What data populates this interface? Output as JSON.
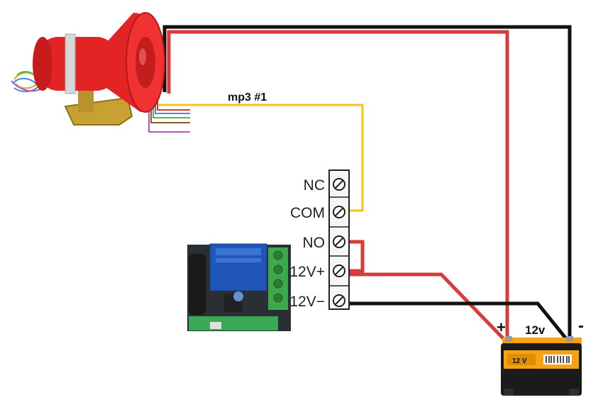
{
  "wire_label": "mp3 #1",
  "battery_label": "12v",
  "battery_case_text": "12 V",
  "polarity": {
    "plus": "+",
    "minus": "-"
  },
  "terminals": [
    "NC",
    "COM",
    "NO",
    "12V+",
    "12V−"
  ],
  "colors": {
    "wire_red": "#d93a3a",
    "wire_black": "#111111",
    "wire_yellow": "#f2c21a",
    "horn_red": "#e32424",
    "pcb_blue": "#1f56b8",
    "terminal_green": "#3ea84a",
    "battery_orange": "#f5a214",
    "battery_black": "#1b1b1b"
  }
}
